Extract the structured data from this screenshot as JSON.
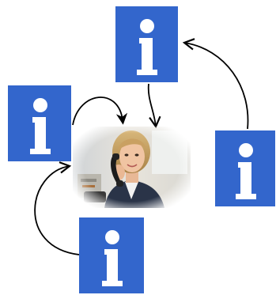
{
  "diagram": {
    "info_symbol": "i",
    "info_icon": "information-icon",
    "colors": {
      "info_box": "#3366cc",
      "info_glyph": "#ffffff",
      "arrow": "#000000"
    },
    "center_photo": {
      "subject": "woman-on-telephone"
    },
    "arrows": [
      {
        "from": "box-left",
        "to": "center-photo"
      },
      {
        "from": "box-top",
        "to": "center-photo"
      },
      {
        "from": "box-right",
        "to": "box-top"
      },
      {
        "from": "box-bottom",
        "to": "center-photo"
      }
    ]
  }
}
